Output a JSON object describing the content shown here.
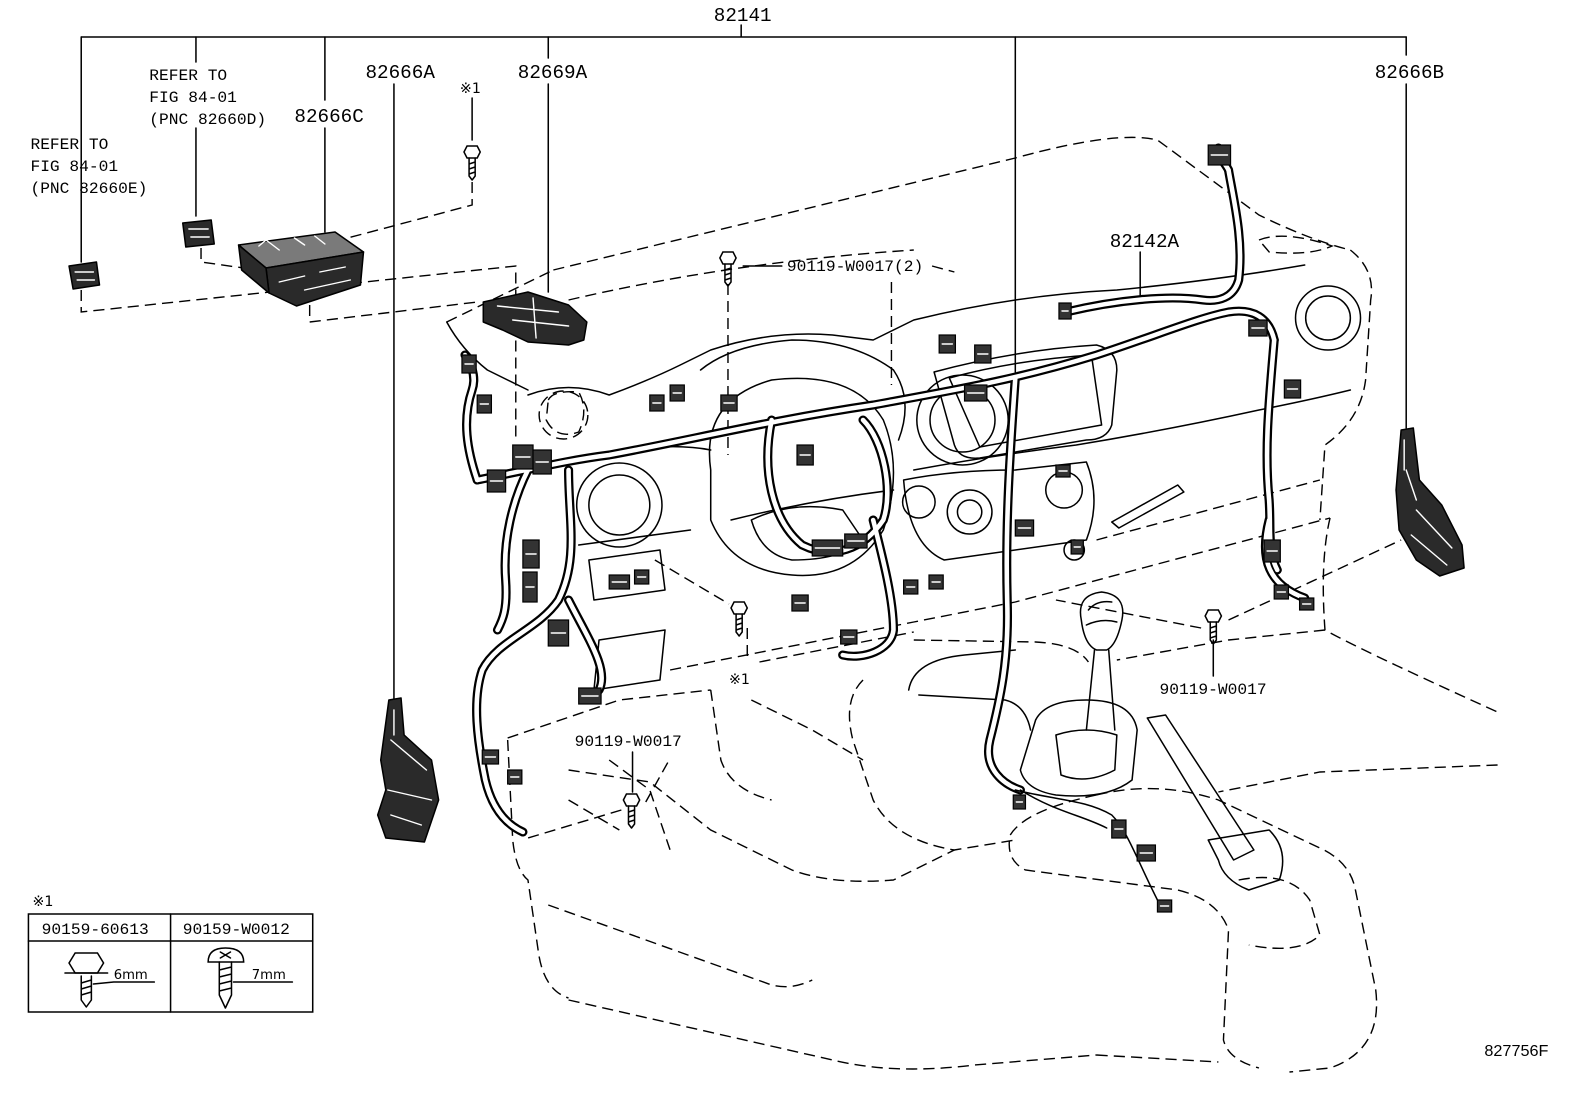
{
  "labels": {
    "pnc_82141": "82141",
    "pnc_82666A": "82666A",
    "pnc_82669A": "82669A",
    "pnc_82666B": "82666B",
    "pnc_82666C": "82666C",
    "pnc_82142A": "82142A",
    "bolt_upper": "90119-W0017(2)",
    "bolt_right": "90119-W0017",
    "bolt_lower": "90119-W0017",
    "mark_upper": "※1",
    "mark_center": "※1"
  },
  "refer_upper": [
    "REFER TO",
    "FIG 84-01",
    "(PNC 82660D)"
  ],
  "refer_left": [
    "REFER TO",
    "FIG 84-01",
    "(PNC 82660E)"
  ],
  "note_table": {
    "mark": "※1",
    "items": [
      {
        "part_no": "90159-60613",
        "size": "6mm"
      },
      {
        "part_no": "90159-W0012",
        "size": "7mm"
      }
    ]
  },
  "figure_code": "827756F"
}
